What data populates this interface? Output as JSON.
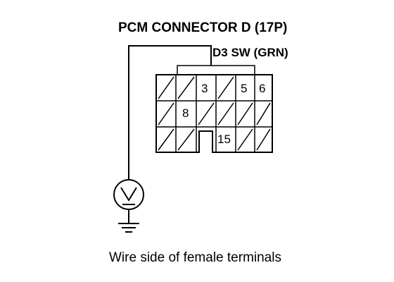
{
  "connector": {
    "title": "PCM CONNECTOR D (17P)",
    "terminal_label": "D3 SW (GRN)",
    "caption": "Wire side of female terminals",
    "pins": [
      "3",
      "5",
      "6",
      "8",
      "15"
    ]
  },
  "icons": {
    "meter": "voltmeter-icon",
    "ground": "ground-icon"
  },
  "colors": {
    "ink": "#000000",
    "background": "#ffffff"
  }
}
